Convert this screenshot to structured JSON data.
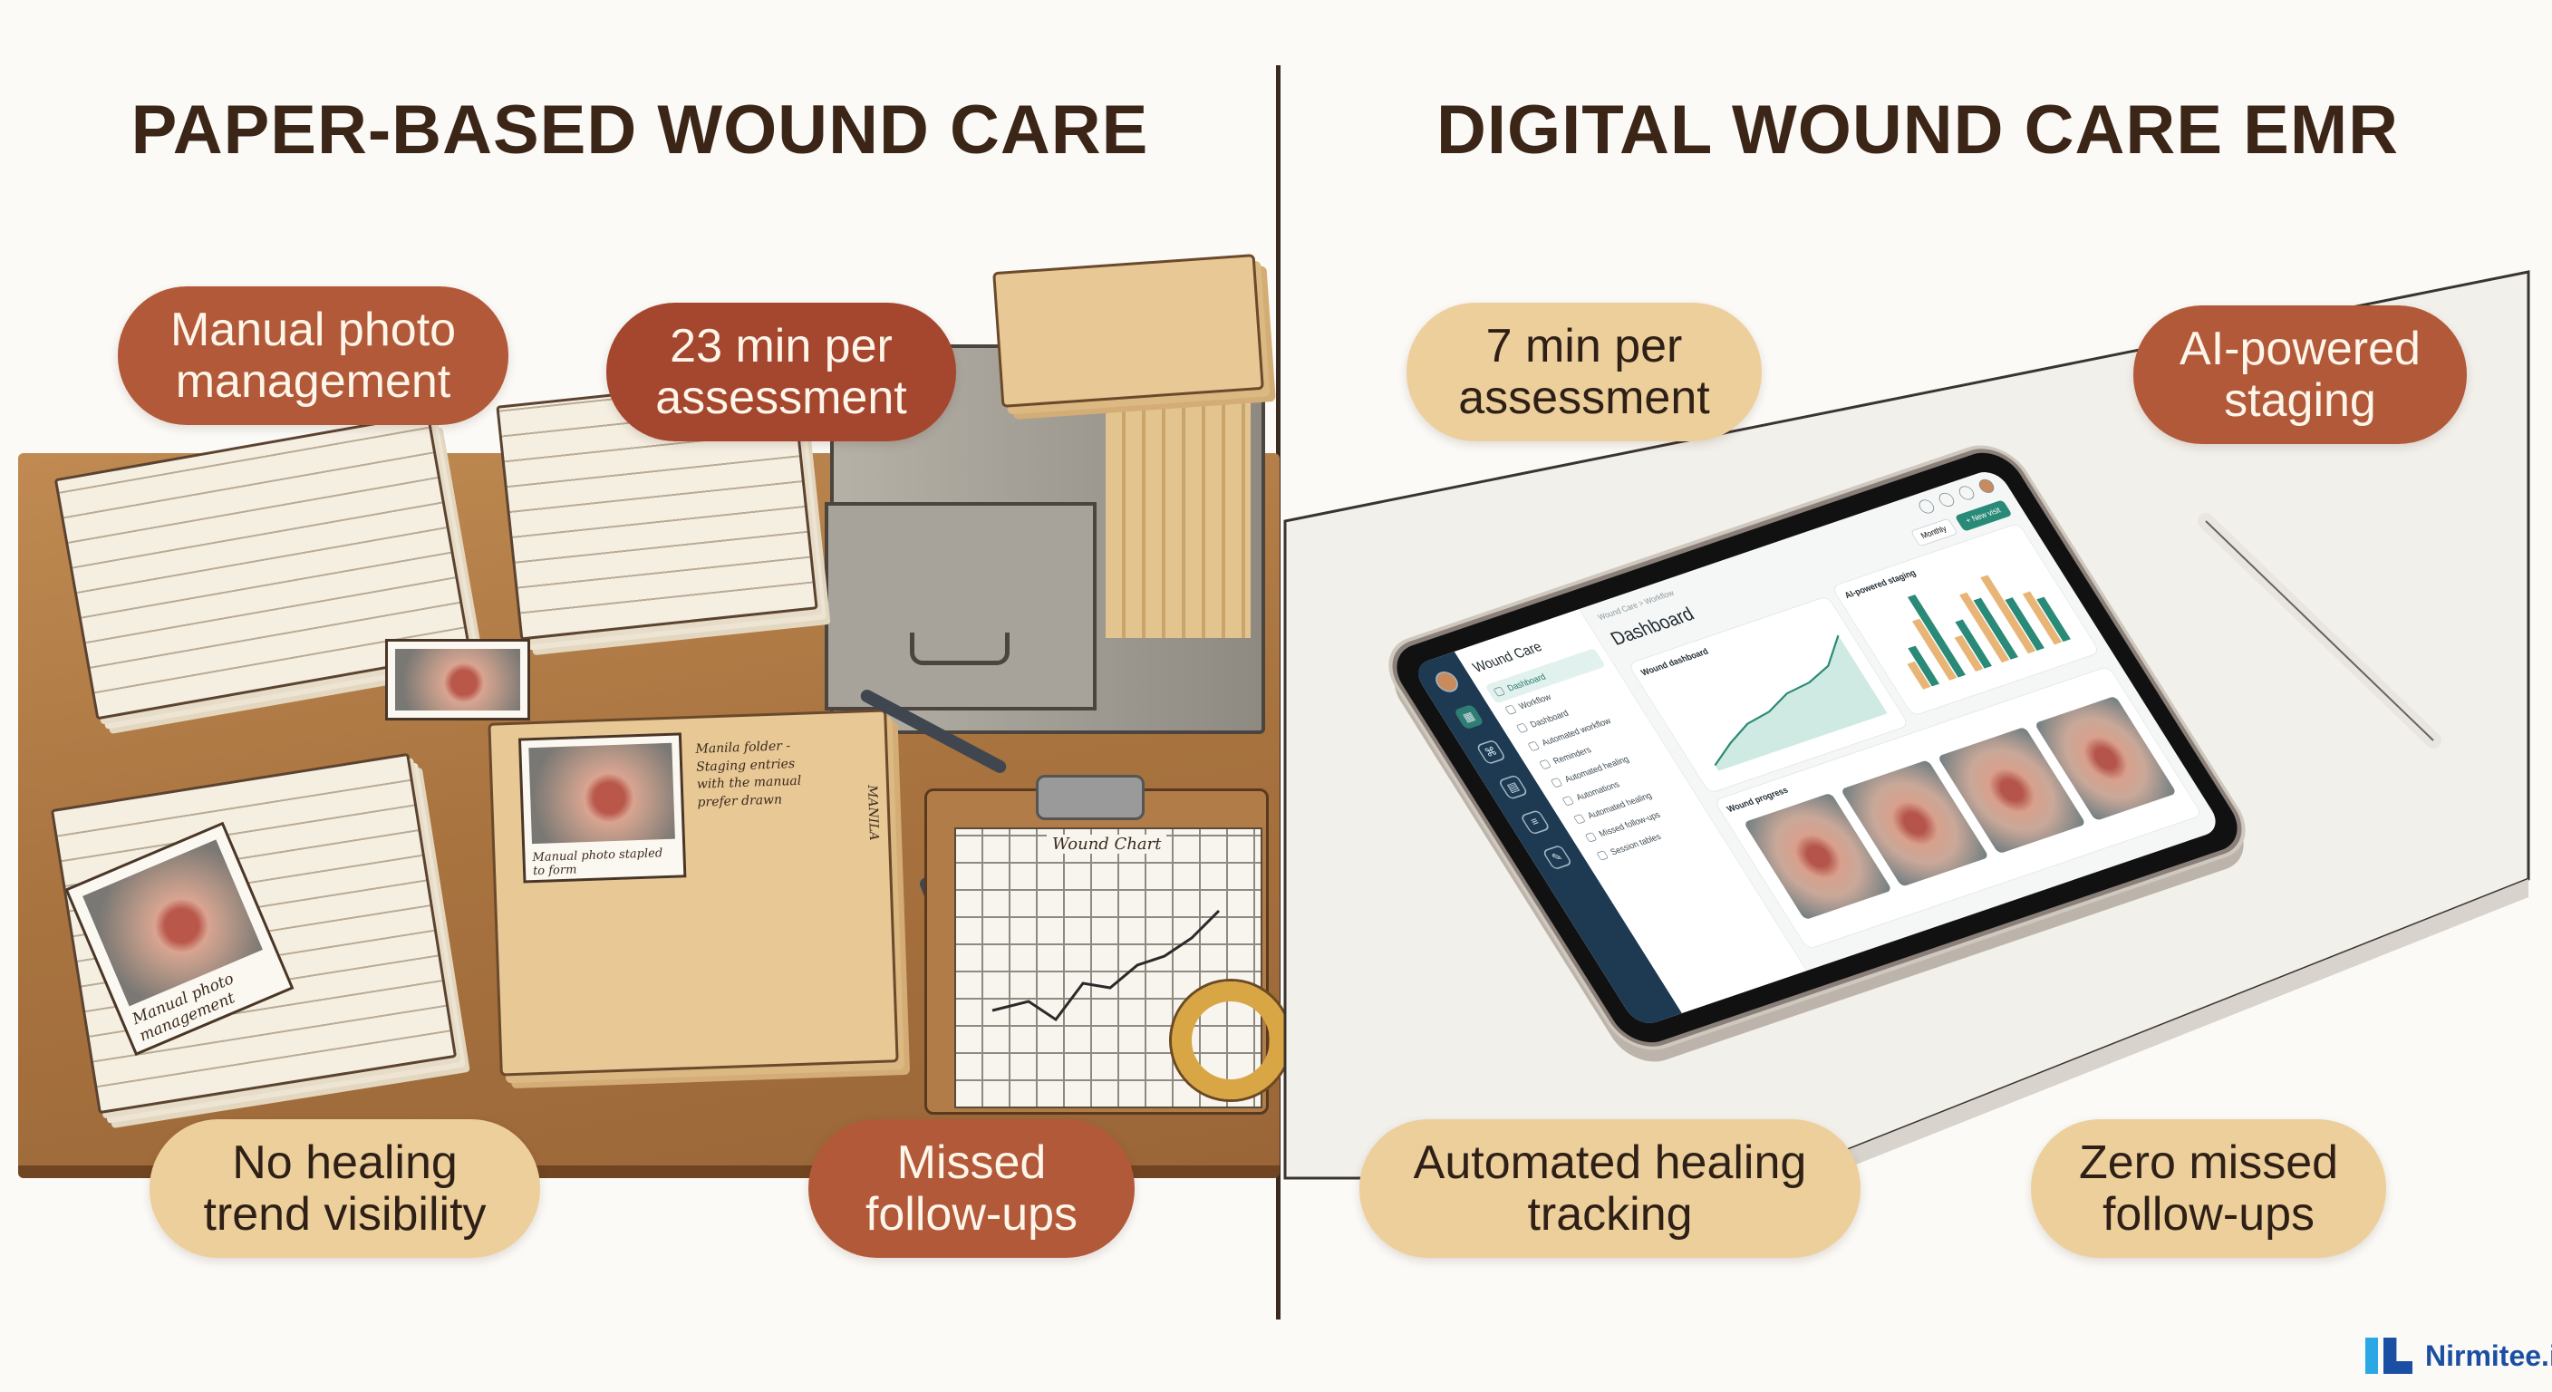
{
  "left": {
    "title": "PAPER-BASED WOUND CARE",
    "pills": [
      {
        "text": "Manual photo management"
      },
      {
        "text": "23 min per assessment"
      },
      {
        "text": "No healing trend visibility"
      },
      {
        "text": "Missed follow-ups"
      }
    ],
    "handwriting": {
      "photo_caption": "Manual photo management",
      "stapled_caption": "Manual photo stapled to form",
      "folder_note": "Manila folder - Staging entries with the manual prefer drawn",
      "folder_tab": "MANILA",
      "chart_title": "Wound Chart"
    }
  },
  "right": {
    "title": "DIGITAL WOUND CARE EMR",
    "pills": [
      {
        "text": "7 min per assessment"
      },
      {
        "text": "AI-powered staging"
      },
      {
        "text": "Automated healing tracking"
      },
      {
        "text": "Zero missed follow-ups"
      }
    ],
    "tablet": {
      "brand": "Wound Care",
      "menu": [
        "Dashboard",
        "Workflow",
        "Dashboard",
        "Automated workflow",
        "Reminders",
        "Automated healing",
        "Automations",
        "Automated healing",
        "Missed follow-ups",
        "Session tables"
      ],
      "breadcrumb": "Wound Care  >  Workflow",
      "page_title": "Dashboard",
      "filter": "Monthly",
      "cta": "+ New visit",
      "cards": {
        "trend_title": "Wound dashboard",
        "staging_title": "AI-powered staging",
        "progress_title": "Wound progress"
      },
      "trend_values": [
        10,
        35,
        55,
        62,
        80,
        85,
        100,
        140
      ],
      "staging_bars": [
        [
          30,
          45
        ],
        [
          70,
          95
        ],
        [
          40,
          55
        ],
        [
          80,
          70
        ],
        [
          90,
          60
        ],
        [
          60,
          50
        ]
      ],
      "colors": {
        "teal": "#2a8a78",
        "tan": "#e8b577",
        "navy": "#1d3a52"
      }
    }
  },
  "logo": {
    "text": "Nirmitee.io"
  }
}
